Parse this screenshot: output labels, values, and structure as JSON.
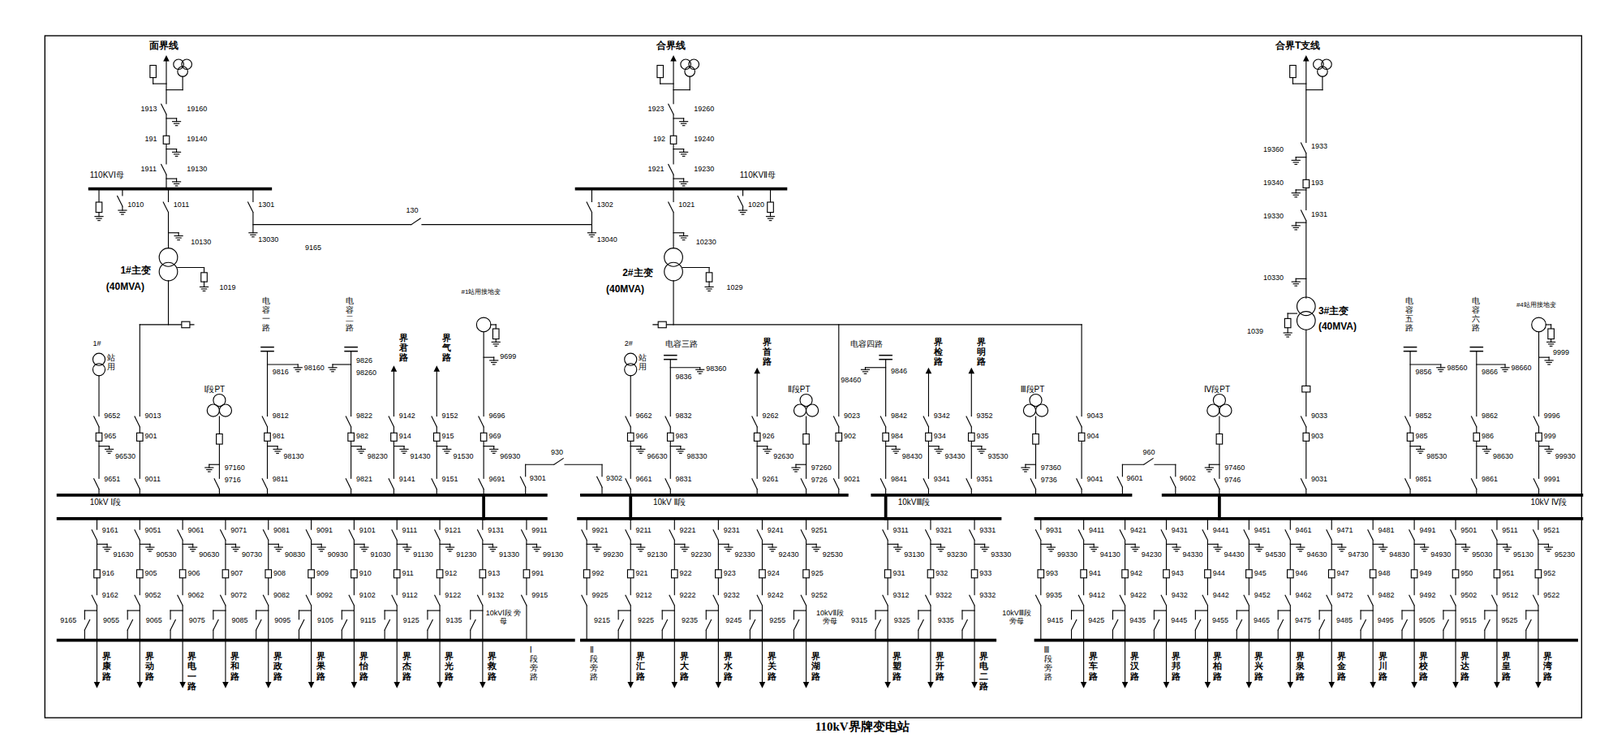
{
  "diagram": {
    "title": "110kV界牌变电站",
    "labels": [
      "面界线",
      "1913",
      "19160",
      "191",
      "19140",
      "1911",
      "19130",
      "110KVⅠ母",
      "1010",
      "1011",
      "1301",
      "10130",
      "13030",
      "130",
      "9165",
      "1#主变",
      "(40MVA)",
      "1019",
      "合界线",
      "1923",
      "19260",
      "192",
      "19240",
      "1921",
      "19230",
      "110KVⅡ母",
      "1302",
      "1021",
      "1020",
      "13040",
      "10230",
      "2#主变",
      "(40MVA)",
      "1029",
      "合界T支线",
      "19360",
      "1933",
      "19340",
      "193",
      "19330",
      "1931",
      "10330",
      "1039",
      "3#主变",
      "(40MVA)",
      "1#",
      "站用",
      "9652",
      "965",
      "96530",
      "9651",
      "9013",
      "901",
      "9011",
      "Ⅰ段PT",
      "97160",
      "9716",
      "电容一路",
      "9816",
      "98160",
      "9812",
      "981",
      "98130",
      "9811",
      "电容二路",
      "98260",
      "9826",
      "9822",
      "982",
      "98230",
      "9821",
      "界君路",
      "9142",
      "914",
      "91430",
      "9141",
      "界气路",
      "9152",
      "915",
      "91530",
      "9151",
      "#1站用接地变",
      "9699",
      "9696",
      "969",
      "96930",
      "9691",
      "9301",
      "930",
      "9302",
      "10kV Ⅰ段",
      "2#",
      "站用",
      "9662",
      "966",
      "96630",
      "9661",
      "电容三路",
      "9836",
      "98360",
      "9832",
      "983",
      "98330",
      "9831",
      "界首路",
      "Ⅱ段PT",
      "9262",
      "926",
      "92630",
      "9261",
      "9726",
      "97260",
      "9023",
      "902",
      "9021",
      "电容四路",
      "98460",
      "9846",
      "9842",
      "984",
      "98430",
      "9841",
      "界检路",
      "9342",
      "934",
      "93430",
      "9341",
      "界明路",
      "9352",
      "935",
      "93530",
      "9351",
      "Ⅲ段PT",
      "97360",
      "9736",
      "9043",
      "904",
      "9041",
      "960",
      "9601",
      "9602",
      "10kV Ⅱ段",
      "10kVⅢ段",
      "Ⅳ段PT",
      "97460",
      "9746",
      "9033",
      "903",
      "9031",
      "电容五路",
      "9856",
      "98560",
      "9852",
      "985",
      "98530",
      "9851",
      "电容六路",
      "9866",
      "98660",
      "9862",
      "986",
      "98630",
      "9861",
      "#4站用接地变",
      "9999",
      "9996",
      "999",
      "99930",
      "9991",
      "10kV Ⅳ段",
      "9161",
      "91630",
      "916",
      "9162",
      "9165",
      "界康路",
      "9051",
      "90530",
      "905",
      "9052",
      "9055",
      "界动路",
      "9061",
      "90630",
      "906",
      "9062",
      "9065",
      "界电一路",
      "9071",
      "90730",
      "907",
      "9072",
      "9075",
      "界和路",
      "9081",
      "90830",
      "908",
      "9082",
      "9085",
      "界政路",
      "9091",
      "90930",
      "909",
      "9092",
      "9095",
      "界果路",
      "9101",
      "91030",
      "910",
      "9102",
      "9105",
      "界怡路",
      "9111",
      "91130",
      "911",
      "9112",
      "9115",
      "界杰路",
      "9121",
      "91230",
      "912",
      "9122",
      "9125",
      "界光路",
      "9131",
      "91330",
      "913",
      "9132",
      "9135",
      "界救路",
      "9911",
      "99130",
      "991",
      "9915",
      "10kVⅠ段 旁母",
      "Ⅰ段旁路",
      "9921",
      "99230",
      "992",
      "9925",
      "Ⅱ段旁路",
      "9211",
      "92130",
      "921",
      "9212",
      "9215",
      "界汇路",
      "9221",
      "92230",
      "922",
      "9222",
      "9225",
      "界大路",
      "9231",
      "92330",
      "923",
      "9232",
      "9235",
      "界水路",
      "9241",
      "92430",
      "924",
      "9242",
      "9245",
      "界关路",
      "9251",
      "92530",
      "925",
      "9252",
      "9255",
      "界湖路",
      "10kVⅡ段 旁母",
      "9311",
      "93130",
      "931",
      "9312",
      "9315",
      "界塑路",
      "9321",
      "93230",
      "932",
      "9322",
      "9325",
      "界开路",
      "9331",
      "93330",
      "933",
      "9332",
      "9335",
      "界电二路",
      "9931",
      "99330",
      "993",
      "9935",
      "10kVⅢ段 旁母",
      "Ⅲ段旁路",
      "9411",
      "94130",
      "941",
      "9412",
      "9415",
      "界车路",
      "9421",
      "94230",
      "942",
      "9422",
      "9425",
      "界汉路",
      "9431",
      "94330",
      "943",
      "9432",
      "9435",
      "界邦路",
      "9441",
      "94430",
      "944",
      "9442",
      "9445",
      "界柏路",
      "9451",
      "94530",
      "945",
      "9452",
      "9455",
      "界兴路",
      "9461",
      "94630",
      "946",
      "9462",
      "9465",
      "界泉路",
      "9471",
      "94730",
      "947",
      "9472",
      "9475",
      "界金路",
      "9481",
      "94830",
      "948",
      "9482",
      "9485",
      "界川路",
      "9491",
      "94930",
      "949",
      "9492",
      "9495",
      "界校路",
      "9501",
      "95030",
      "950",
      "9502",
      "9505",
      "界达路",
      "9511",
      "95130",
      "951",
      "9512",
      "9515",
      "界皇路",
      "9521",
      "95230",
      "952",
      "9522",
      "9525",
      "界湾路"
    ]
  }
}
